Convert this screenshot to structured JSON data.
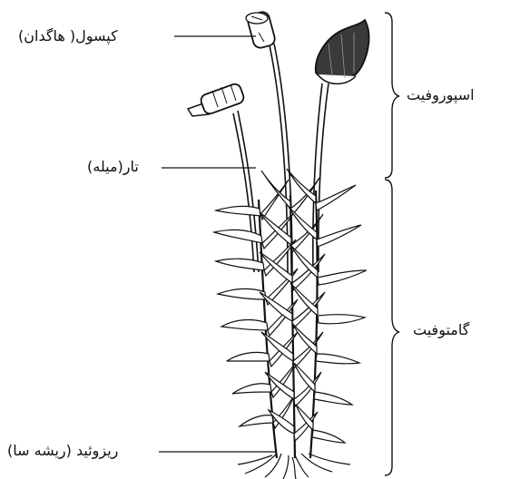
{
  "diagram": {
    "labels": {
      "capsule": "کپسول( هاگدان)",
      "seta": "تار(میله)",
      "rhizoid": "ریزوئید (ریشه سا)",
      "sporophyte": "اسپوروفیت",
      "gametophyte": "گامتوفیت"
    },
    "colors": {
      "line": "#111111",
      "background": "#ffffff",
      "capsule_fill": "#3a3a3a"
    }
  }
}
